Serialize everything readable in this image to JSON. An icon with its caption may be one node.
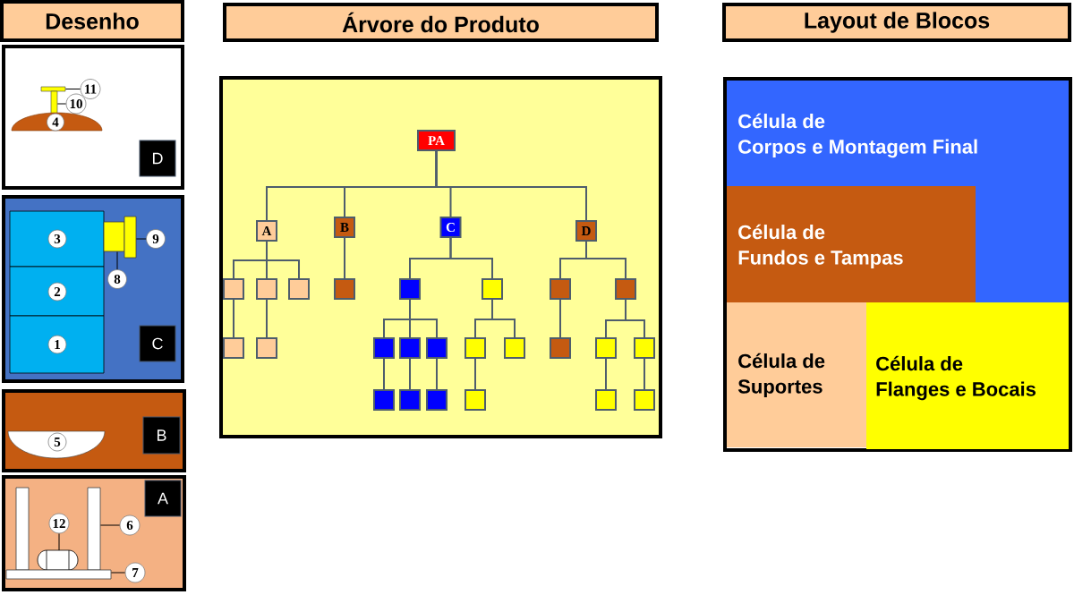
{
  "diagram": {
    "nodes": [
      {
        "text": [
          "Desenho"
        ]
      },
      {
        "text": [
          "Árvore do Produto"
        ]
      },
      {
        "text": [
          "Layout de Blocos"
        ]
      },
      {
        "text": [],
        "shape": "box"
      },
      {
        "text": [],
        "shape": "bar",
        "in": 3
      },
      {
        "text": [
          "11"
        ],
        "in": 3
      },
      {
        "text": [],
        "shape": "bar",
        "in": 3
      },
      {
        "text": [
          "10"
        ],
        "in": 3
      },
      {
        "text": [],
        "shape": "dome",
        "in": 3
      },
      {
        "text": [
          "4"
        ],
        "in": 8
      },
      {
        "text": [
          "D"
        ],
        "in": 3
      },
      {
        "text": [],
        "shape": "box"
      },
      {
        "text": [],
        "shape": "box",
        "in": 11
      },
      {
        "text": [
          "3"
        ],
        "in": 12
      },
      {
        "text": [],
        "shape": "box",
        "in": 11
      },
      {
        "text": [],
        "shape": "bar",
        "in": 11
      },
      {
        "text": [
          "9"
        ],
        "in": 11
      },
      {
        "text": [
          "8"
        ],
        "in": 11
      },
      {
        "text": [],
        "shape": "box",
        "in": 11
      },
      {
        "text": [
          "2"
        ],
        "in": 18
      },
      {
        "text": [],
        "shape": "box",
        "in": 11
      },
      {
        "text": [
          "1"
        ],
        "in": 20
      },
      {
        "text": [
          "C"
        ],
        "in": 11
      },
      {
        "text": [],
        "shape": "box"
      },
      {
        "text": [],
        "shape": "bowl",
        "in": 23
      },
      {
        "text": [
          "5"
        ],
        "in": 24
      },
      {
        "text": [
          "B"
        ],
        "in": 23
      },
      {
        "text": [],
        "shape": "box"
      },
      {
        "text": [
          "A"
        ],
        "in": 27
      },
      {
        "text": [],
        "shape": "bar",
        "in": 27
      },
      {
        "text": [
          "12"
        ],
        "in": 27
      },
      {
        "text": [],
        "shape": "bar",
        "in": 27
      },
      {
        "text": [
          "6"
        ],
        "in": 27
      },
      {
        "text": [],
        "shape": "cylinder",
        "in": 27
      },
      {
        "text": [],
        "shape": "bar",
        "in": 27
      },
      {
        "text": [
          "7"
        ],
        "in": 27
      },
      {
        "text": [],
        "shape": "box"
      },
      {
        "text": [
          "PA"
        ],
        "in": 36
      },
      {
        "text": [
          "A"
        ],
        "in": 36
      },
      {
        "text": [
          "B"
        ],
        "in": 36
      },
      {
        "text": [
          "C"
        ],
        "in": 36
      },
      {
        "text": [
          "D"
        ],
        "in": 36
      },
      {
        "text": [],
        "shape": "box",
        "in": 36
      },
      {
        "text": [],
        "shape": "box",
        "in": 36
      },
      {
        "text": [],
        "shape": "box",
        "in": 36
      },
      {
        "text": [],
        "shape": "box",
        "in": 36
      },
      {
        "text": [],
        "shape": "box",
        "in": 36
      },
      {
        "text": [],
        "shape": "box",
        "in": 36
      },
      {
        "text": [],
        "shape": "box",
        "in": 36
      },
      {
        "text": [],
        "shape": "box",
        "in": 36
      },
      {
        "text": [],
        "shape": "box",
        "in": 36
      },
      {
        "text": [],
        "shape": "box",
        "in": 36
      },
      {
        "text": [],
        "shape": "box",
        "in": 36
      },
      {
        "text": [],
        "shape": "box",
        "in": 36
      },
      {
        "text": [],
        "shape": "box",
        "in": 36
      },
      {
        "text": [],
        "shape": "box",
        "in": 36
      },
      {
        "text": [],
        "shape": "box",
        "in": 36
      },
      {
        "text": [],
        "shape": "box",
        "in": 36
      },
      {
        "text": [],
        "shape": "box",
        "in": 36
      },
      {
        "text": [],
        "shape": "box",
        "in": 36
      },
      {
        "text": [],
        "shape": "box",
        "in": 36
      },
      {
        "text": [],
        "shape": "box",
        "in": 36
      },
      {
        "text": [],
        "shape": "box",
        "in": 36
      },
      {
        "text": [],
        "shape": "box",
        "in": 36
      },
      {
        "text": [],
        "shape": "box",
        "in": 36
      },
      {
        "text": [],
        "shape": "box",
        "in": 36
      },
      {
        "text": [],
        "shape": "box"
      },
      {
        "text": [
          "Célula de Corpos e Montagem Final"
        ],
        "in": 66
      },
      {
        "text": [
          "Célula de Fundos e Tampas"
        ],
        "in": 67
      },
      {
        "text": [
          "Célula de Suportes"
        ],
        "in": 66
      },
      {
        "text": [
          "Célula de Flanges e Bocais"
        ],
        "in": 66
      }
    ],
    "edges": [
      {
        "from": 5,
        "to": 4,
        "arrow": "none",
        "color": "#000000"
      },
      {
        "from": 7,
        "to": 6,
        "arrow": "none",
        "color": "#000000"
      },
      {
        "from": 16,
        "to": 15,
        "arrow": "none",
        "color": "#000000"
      },
      {
        "from": 17,
        "to": 14,
        "arrow": "none",
        "color": "#000000"
      },
      {
        "from": 30,
        "to": 33,
        "arrow": "none",
        "color": "#000000"
      },
      {
        "from": 32,
        "to": 31,
        "arrow": "none",
        "color": "#000000"
      },
      {
        "from": 35,
        "to": 34,
        "arrow": "none",
        "color": "#000000"
      },
      {
        "from": 37,
        "to": 38,
        "arrow": "none"
      },
      {
        "from": 37,
        "to": 39,
        "arrow": "none"
      },
      {
        "from": 37,
        "to": 40,
        "arrow": "none"
      },
      {
        "from": 37,
        "to": 41,
        "arrow": "none"
      },
      {
        "from": 38,
        "to": 42,
        "arrow": "none"
      },
      {
        "from": 38,
        "to": 43,
        "arrow": "none"
      },
      {
        "from": 38,
        "to": 44,
        "arrow": "none"
      },
      {
        "from": 39,
        "to": 45,
        "arrow": "none"
      },
      {
        "from": 40,
        "to": 46,
        "arrow": "none"
      },
      {
        "from": 40,
        "to": 47,
        "arrow": "none"
      },
      {
        "from": 41,
        "to": 48,
        "arrow": "none"
      },
      {
        "from": 41,
        "to": 49,
        "arrow": "none"
      },
      {
        "from": 42,
        "to": 50,
        "arrow": "none"
      },
      {
        "from": 43,
        "to": 51,
        "arrow": "none"
      },
      {
        "from": 46,
        "to": 52,
        "arrow": "none"
      },
      {
        "from": 46,
        "to": 53,
        "arrow": "none"
      },
      {
        "from": 46,
        "to": 54,
        "arrow": "none"
      },
      {
        "from": 47,
        "to": 55,
        "arrow": "none"
      },
      {
        "from": 47,
        "to": 56,
        "arrow": "none"
      },
      {
        "from": 48,
        "to": 57,
        "arrow": "none"
      },
      {
        "from": 49,
        "to": 58,
        "arrow": "none"
      },
      {
        "from": 49,
        "to": 59,
        "arrow": "none"
      },
      {
        "from": 52,
        "to": 60,
        "arrow": "none"
      },
      {
        "from": 53,
        "to": 61,
        "arrow": "none"
      },
      {
        "from": 54,
        "to": 62,
        "arrow": "none"
      },
      {
        "from": 55,
        "to": 63,
        "arrow": "none"
      },
      {
        "from": 58,
        "to": 64,
        "arrow": "none"
      },
      {
        "from": 59,
        "to": 65,
        "arrow": "none"
      }
    ]
  }
}
